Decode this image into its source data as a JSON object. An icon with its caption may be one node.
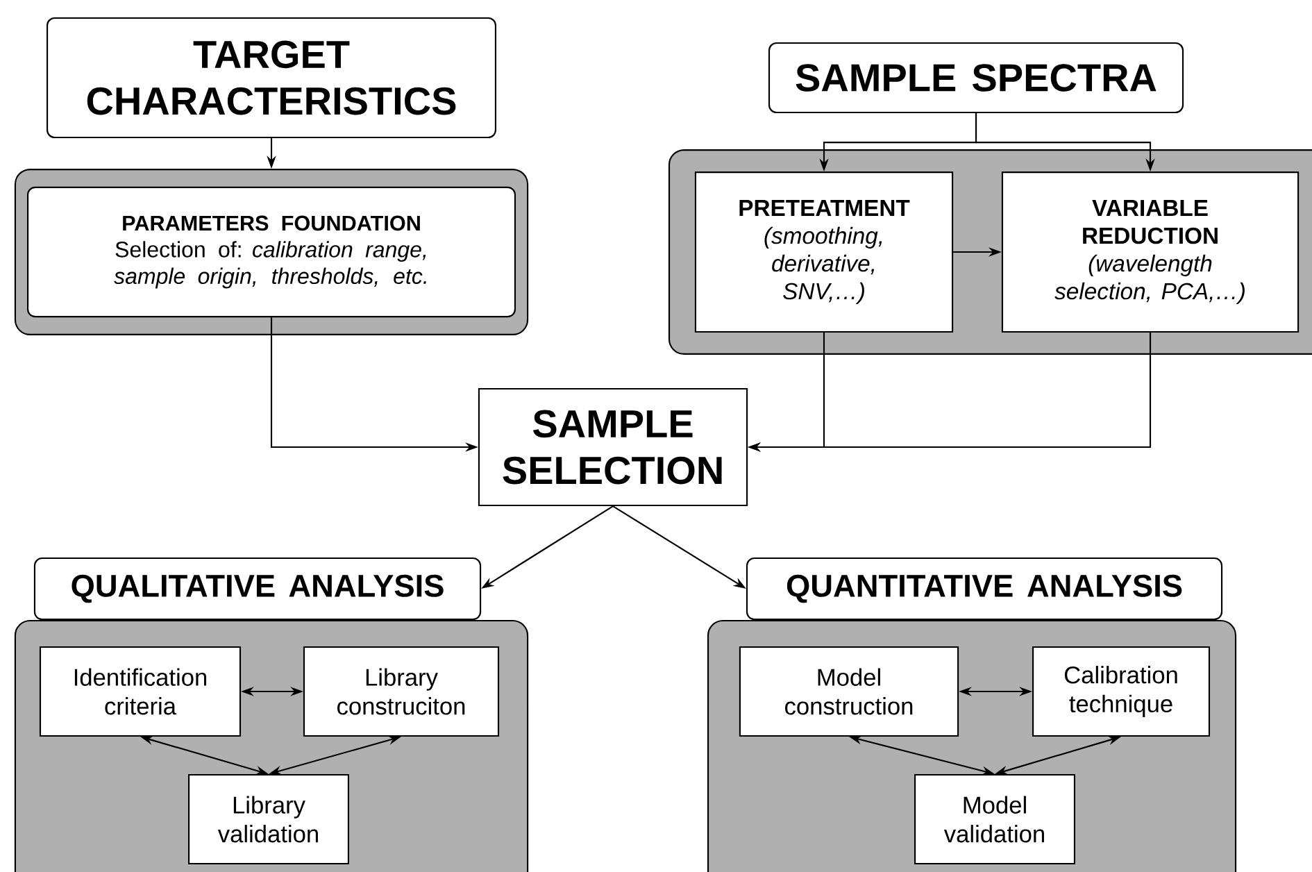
{
  "diagram": {
    "nodes": [
      {
        "text": [
          "TARGET CHARACTERISTICS"
        ]
      },
      {
        "text": [],
        "shape": "box"
      },
      {
        "text": [
          "PARAMETERS FOUNDATION",
          "Selection of: *calibration range, sample origin, thresholds, etc.*"
        ],
        "in": 1
      },
      {
        "text": [
          "SAMPLE SPECTRA"
        ]
      },
      {
        "text": [],
        "shape": "box"
      },
      {
        "text": [
          "PRETEATMENT",
          "(smoothing, derivative, SNV,…)"
        ],
        "in": 4
      },
      {
        "text": [
          "VARIABLE REDUCTION",
          "(wavelength selection, PCA,…)"
        ],
        "in": 4
      },
      {
        "text": [
          "SAMPLE SELECTION"
        ]
      },
      {
        "text": [
          "QUALITATIVE ANALYSIS"
        ]
      },
      {
        "text": [],
        "shape": "box"
      },
      {
        "text": [
          "Identification criteria"
        ],
        "in": 9
      },
      {
        "text": [
          "Library construciton"
        ],
        "in": 9
      },
      {
        "text": [
          "Library validation"
        ],
        "in": 9
      },
      {
        "text": [
          "QUANTITATIVE ANALYSIS"
        ]
      },
      {
        "text": [],
        "shape": "box"
      },
      {
        "text": [
          "Model construction"
        ],
        "in": 14
      },
      {
        "text": [
          "Calibration technique"
        ],
        "in": 14
      },
      {
        "text": [
          "Model validation"
        ],
        "in": 14
      }
    ],
    "edges": [
      {
        "from": 0,
        "to": 1,
        "arrow": "to"
      },
      {
        "from": 2,
        "to": 7,
        "arrow": "to"
      },
      {
        "from": 3,
        "to": 5,
        "arrow": "to"
      },
      {
        "from": 3,
        "to": 6,
        "arrow": "to"
      },
      {
        "from": 5,
        "to": 6,
        "arrow": "to"
      },
      {
        "from": 5,
        "to": 7,
        "arrow": "to"
      },
      {
        "from": 6,
        "to": 7,
        "arrow": "to"
      },
      {
        "from": 7,
        "to": 8,
        "arrow": "to"
      },
      {
        "from": 7,
        "to": 13,
        "arrow": "to"
      },
      {
        "from": 10,
        "to": 11,
        "arrow": "both"
      },
      {
        "from": 10,
        "to": 12,
        "arrow": "both"
      },
      {
        "from": 11,
        "to": 12,
        "arrow": "both"
      },
      {
        "from": 15,
        "to": 16,
        "arrow": "both"
      },
      {
        "from": 15,
        "to": 17,
        "arrow": "both"
      },
      {
        "from": 16,
        "to": 17,
        "arrow": "both"
      }
    ]
  }
}
